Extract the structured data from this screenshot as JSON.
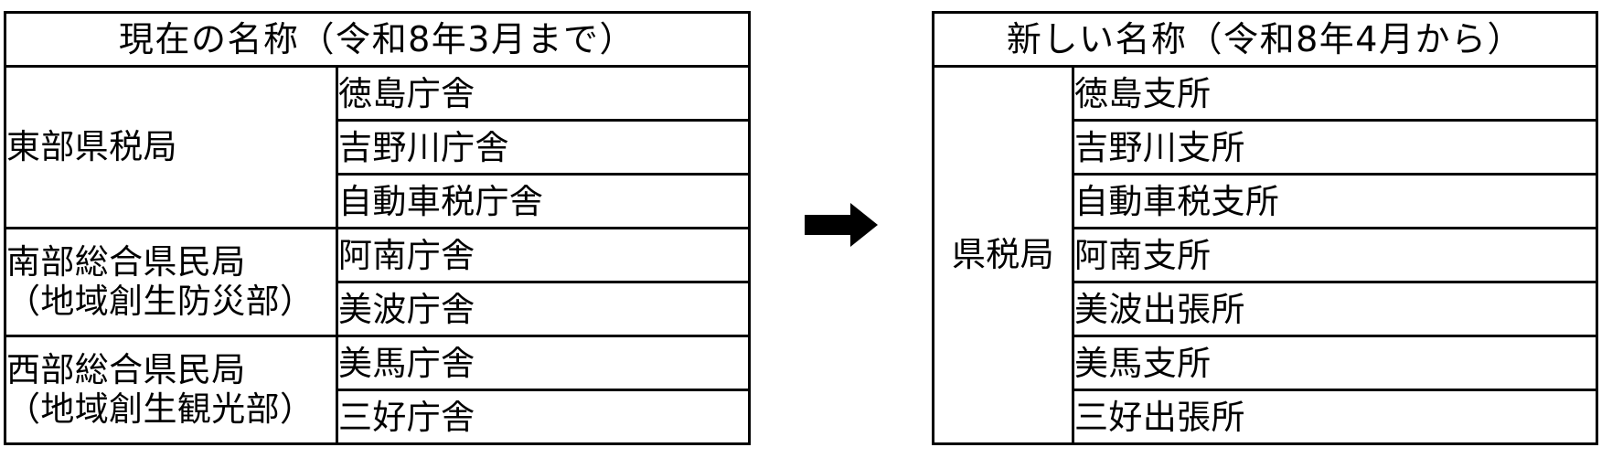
{
  "diagram": {
    "kind": "before-after-comparison",
    "arrow_icon": "right-arrow-icon",
    "border_color": "#000000",
    "text_color": "#000000",
    "background_color": "#ffffff"
  },
  "current_table": {
    "header": "現在の名称（令和8年3月まで）",
    "groups": [
      {
        "lines": [
          "東部県税局"
        ],
        "offices": [
          "徳島庁舎",
          "吉野川庁舎",
          "自動車税庁舎"
        ]
      },
      {
        "lines": [
          "南部総合県民局",
          "（地域創生防災部）"
        ],
        "offices": [
          "阿南庁舎",
          "美波庁舎"
        ]
      },
      {
        "lines": [
          "西部総合県民局",
          "（地域創生観光部）"
        ],
        "offices": [
          "美馬庁舎",
          "三好庁舎"
        ]
      }
    ]
  },
  "new_table": {
    "header": "新しい名称（令和8年4月から）",
    "groups": [
      {
        "lines": [
          "県税局"
        ],
        "offices": [
          "徳島支所",
          "吉野川支所",
          "自動車税支所",
          "阿南支所",
          "美波出張所",
          "美馬支所",
          "三好出張所"
        ]
      }
    ]
  }
}
